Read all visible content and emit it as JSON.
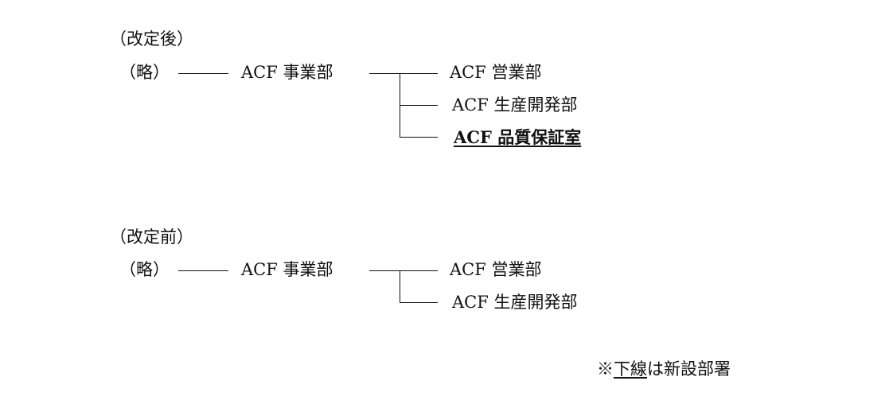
{
  "after": {
    "heading": "（改定後）",
    "root": "（略）",
    "division": "ACF 事業部",
    "departments": [
      {
        "name": "ACF 営業部",
        "is_new": false
      },
      {
        "name": "ACF 生産開発部",
        "is_new": false
      },
      {
        "name": "ACF 品質保証室",
        "is_new": true
      }
    ]
  },
  "before": {
    "heading": "（改定前）",
    "root": "（略）",
    "division": "ACF 事業部",
    "departments": [
      {
        "name": "ACF 営業部",
        "is_new": false
      },
      {
        "name": "ACF 生産開発部",
        "is_new": false
      }
    ]
  },
  "note": {
    "prefix": "※",
    "underlined": "下線",
    "suffix": "は新設部署"
  }
}
